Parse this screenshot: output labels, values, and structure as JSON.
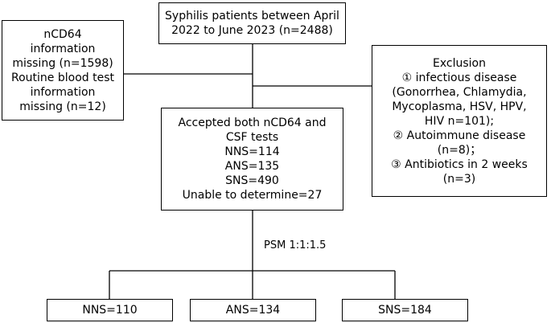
{
  "boxes": {
    "top": [
      "Syphilis patients between April",
      "2022 to June 2023 (n=2488)"
    ],
    "left_exclusion": [
      "nCD64",
      "information",
      "missing (n=1598)",
      "Routine blood test",
      "information",
      "missing (n=12)"
    ],
    "right_exclusion": [
      "Exclusion",
      "① infectious disease",
      "(Gonorrhea, Chlamydia,",
      "Mycoplasma, HSV, HPV,",
      "HIV n=101);",
      "② Autoimmune disease",
      "(n=8)；",
      "③ Antibiotics in 2 weeks",
      "(n=3)"
    ],
    "accepted": [
      "Accepted both nCD64 and",
      "CSF tests",
      "NNS=114",
      "ANS=135",
      "SNS=490",
      "Unable to determine=27"
    ],
    "nns": "NNS=110",
    "ans": "ANS=134",
    "sns": "SNS=184"
  },
  "psm_label": "PSM 1:1:1.5"
}
